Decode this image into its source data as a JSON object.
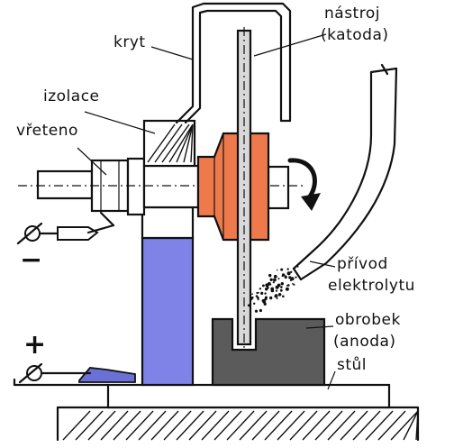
{
  "labels": {
    "nastroj": "nástroj",
    "katoda": "(katoda)",
    "kryt": "kryt",
    "izolace": "izolace",
    "vreteno": "vřeteno",
    "minus": "−",
    "plus": "+",
    "privod": "přívod",
    "elektrolytu": "elektrolytu",
    "obrobek": "obrobek",
    "anoda": "(anoda)",
    "stul": "stůl"
  },
  "colors": {
    "tool_hub": "#ee7a4c",
    "column": "#7f82e6",
    "workpiece": "#5b5b5b",
    "clamp": "#6a70d6",
    "ink": "#111111"
  }
}
